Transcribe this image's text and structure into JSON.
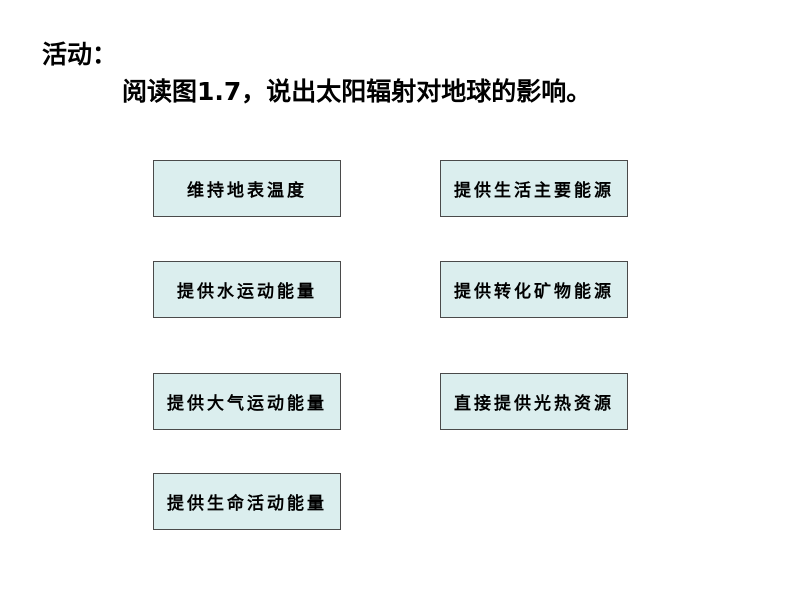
{
  "heading": "活动：",
  "prompt": "阅读图1.7，说出太阳辐射对地球的影响。",
  "boxes": {
    "left": [
      "维持地表温度",
      "提供水运动能量",
      "提供大气运动能量",
      "提供生命活动能量"
    ],
    "right": [
      "提供生活主要能源",
      "提供转化矿物能源",
      "直接提供光热资源"
    ]
  }
}
